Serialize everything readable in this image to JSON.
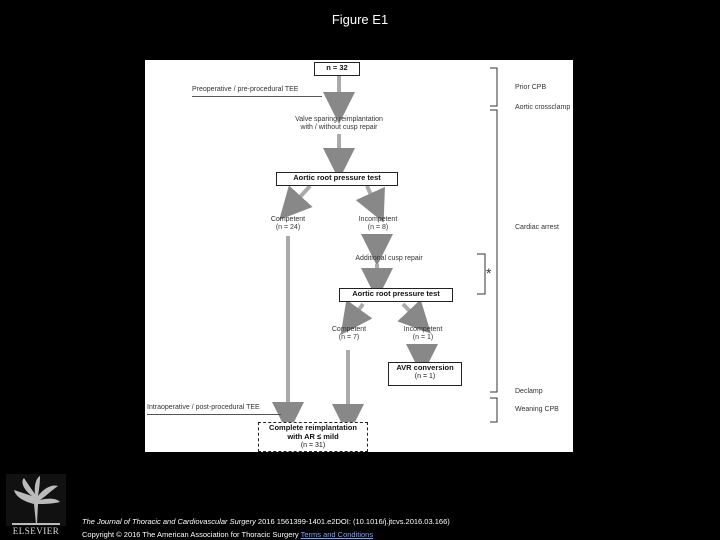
{
  "slide": {
    "title": "Figure E1"
  },
  "flowchart": {
    "n_total": "n = 32",
    "pre_tee": "Preoperative / pre-procedural TEE",
    "valve_sparing": [
      "Valve sparing reimplantation",
      "with / without cusp repair"
    ],
    "pressure_test_1": "Aortic root pressure test",
    "competent_1": [
      "Competent",
      "(n = 24)"
    ],
    "incompetent_1": [
      "Incompetent",
      "(n = 8)"
    ],
    "additional_repair": "Additional cusp repair",
    "pressure_test_2": "Aortic root pressure test",
    "competent_2": [
      "Competent",
      "(n = 7)"
    ],
    "incompetent_2": [
      "Incompetent",
      "(n = 1)"
    ],
    "avr_title": "AVR conversion",
    "avr_n": "(n = 1)",
    "intra_tee": "Intraoperative / post-procedural TEE",
    "final": [
      "Complete reimplantation",
      "with AR ≤ mild",
      "(n = 31)"
    ],
    "asterisk": "*",
    "phases": {
      "prior_cpb": "Prior CPB",
      "aortic_clamp": "Aortic crossclamp",
      "cardiac_arrest": "Cardiac arrest",
      "declamp": "Declamp",
      "weaning": "Weaning CPB"
    }
  },
  "footer": {
    "publisher": "ELSEVIER",
    "journal": "The Journal of Thoracic and Cardiovascular Surgery",
    "citation_rest": " 2016 1561399-1401.e2DOI: (10.1016/j.jtcvs.2016.03.166)",
    "copyright": "Copyright © 2016 The American Association for Thoracic Surgery ",
    "terms_link": "Terms and Conditions"
  }
}
